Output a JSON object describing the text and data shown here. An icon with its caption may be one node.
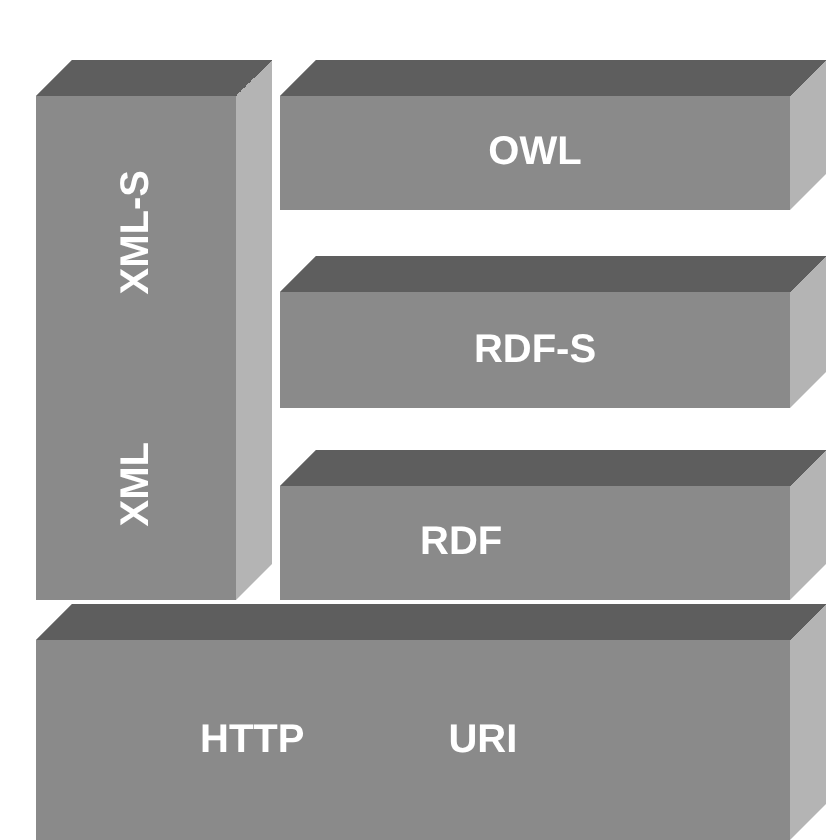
{
  "diagram": {
    "nodes": [
      {
        "text": [
          "XML-S",
          "XML"
        ]
      },
      {
        "text": [
          "OWL"
        ]
      },
      {
        "text": [
          "RDF-S"
        ]
      },
      {
        "text": [
          "RDF"
        ]
      },
      {
        "text": [
          "HTTP",
          "URI"
        ]
      }
    ]
  }
}
